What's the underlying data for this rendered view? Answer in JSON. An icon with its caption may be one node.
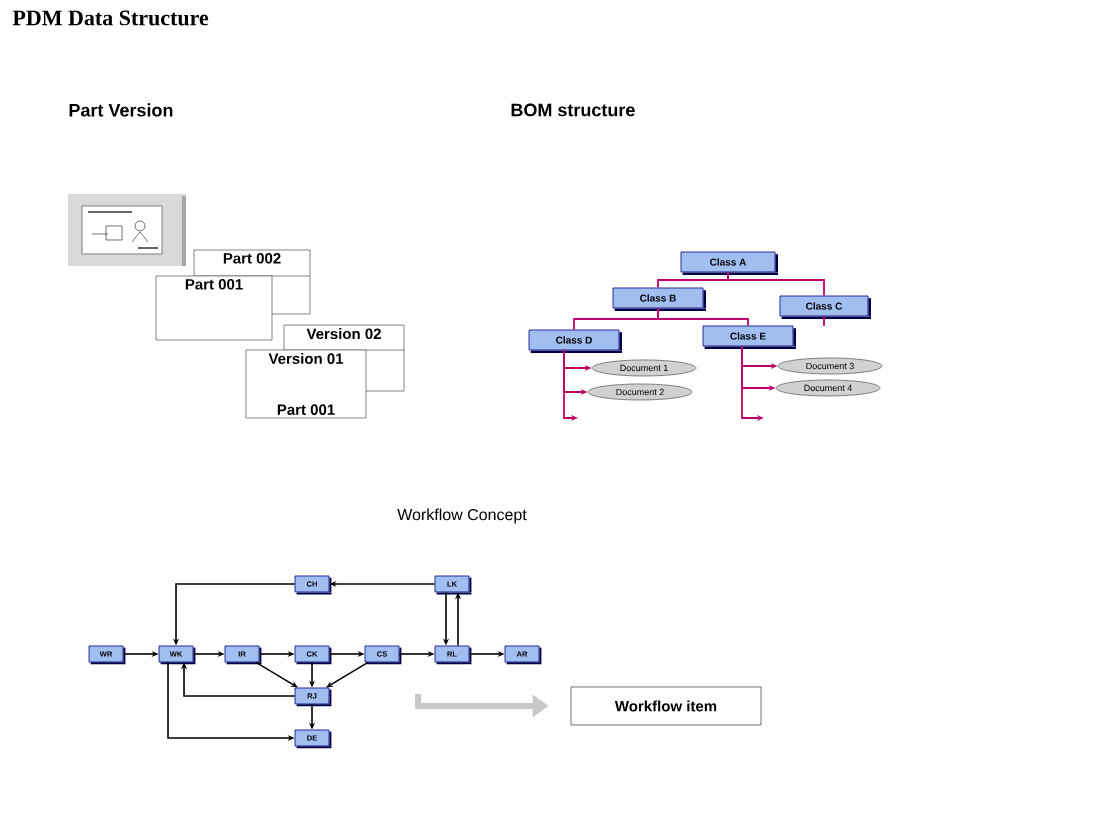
{
  "diagram": {
    "title": "PDM Data Structure",
    "nodes": [
      {
        "text": [
          "Part 002"
        ]
      },
      {
        "text": [
          "Part 001"
        ]
      },
      {
        "text": [
          "Version 02"
        ]
      },
      {
        "text": [
          "Version 01",
          "Part 001"
        ]
      },
      {
        "text": [
          "Class A"
        ]
      },
      {
        "text": [
          "Class B"
        ]
      },
      {
        "text": [
          "Class C"
        ]
      },
      {
        "text": [
          "Class D"
        ]
      },
      {
        "text": [
          "Class E"
        ]
      },
      {
        "text": [
          "Document 1"
        ]
      },
      {
        "text": [
          "Document 2"
        ]
      },
      {
        "text": [
          "Document 3"
        ]
      },
      {
        "text": [
          "Document 4"
        ]
      },
      {
        "text": [
          "WR"
        ]
      },
      {
        "text": [
          "WK"
        ]
      },
      {
        "text": [
          "IR"
        ]
      },
      {
        "text": [
          "CK"
        ]
      },
      {
        "text": [
          "CS"
        ]
      },
      {
        "text": [
          "RL"
        ]
      },
      {
        "text": [
          "AR"
        ]
      },
      {
        "text": [
          "CH"
        ]
      },
      {
        "text": [
          "LK"
        ]
      },
      {
        "text": [
          "RJ"
        ]
      },
      {
        "text": [
          "DE"
        ]
      },
      {
        "text": [
          "Workflow item"
        ]
      }
    ],
    "edges": [
      {
        "from": 4,
        "to": 5,
        "arrow": "none",
        "color": "#c0006a"
      },
      {
        "from": 4,
        "to": 6,
        "arrow": "none",
        "color": "#c0006a"
      },
      {
        "from": 5,
        "to": 7,
        "arrow": "none",
        "color": "#c0006a"
      },
      {
        "from": 5,
        "to": 8,
        "arrow": "none",
        "color": "#c0006a"
      },
      {
        "from": 7,
        "to": 9,
        "arrow": "to",
        "color": "#c0006a"
      },
      {
        "from": 7,
        "to": 10,
        "arrow": "to",
        "color": "#c0006a"
      },
      {
        "from": 7,
        "to": null,
        "arrow": "to",
        "color": "#c0006a"
      },
      {
        "from": 8,
        "to": 11,
        "arrow": "to",
        "color": "#c0006a"
      },
      {
        "from": 8,
        "to": 12,
        "arrow": "to",
        "color": "#c0006a"
      },
      {
        "from": 8,
        "to": null,
        "arrow": "to",
        "color": "#c0006a"
      },
      {
        "from": 6,
        "to": null,
        "arrow": "none",
        "color": "#c0006a"
      },
      {
        "from": 13,
        "to": 14,
        "arrow": "to"
      },
      {
        "from": 14,
        "to": 15,
        "arrow": "to"
      },
      {
        "from": 15,
        "to": 16,
        "arrow": "to"
      },
      {
        "from": 16,
        "to": 17,
        "arrow": "to"
      },
      {
        "from": 17,
        "to": 18,
        "arrow": "to"
      },
      {
        "from": 18,
        "to": 19,
        "arrow": "to"
      },
      {
        "from": 21,
        "to": 20,
        "arrow": "to"
      },
      {
        "from": 20,
        "to": 14,
        "arrow": "to"
      },
      {
        "from": 21,
        "to": 18,
        "arrow": "to"
      },
      {
        "from": 18,
        "to": 21,
        "arrow": "to"
      },
      {
        "from": 15,
        "to": 22,
        "arrow": "to"
      },
      {
        "from": 16,
        "to": 22,
        "arrow": "to"
      },
      {
        "from": 17,
        "to": 22,
        "arrow": "to"
      },
      {
        "from": 22,
        "to": 14,
        "arrow": "to"
      },
      {
        "from": 22,
        "to": 23,
        "arrow": "to"
      },
      {
        "from": 14,
        "to": 23,
        "arrow": "to"
      },
      {
        "from": null,
        "to": 24,
        "arrow": "to",
        "style": "thick",
        "color": "#c8c8c8"
      }
    ],
    "labels": [
      "Part Version",
      "BOM structure",
      "Workflow Concept"
    ]
  }
}
